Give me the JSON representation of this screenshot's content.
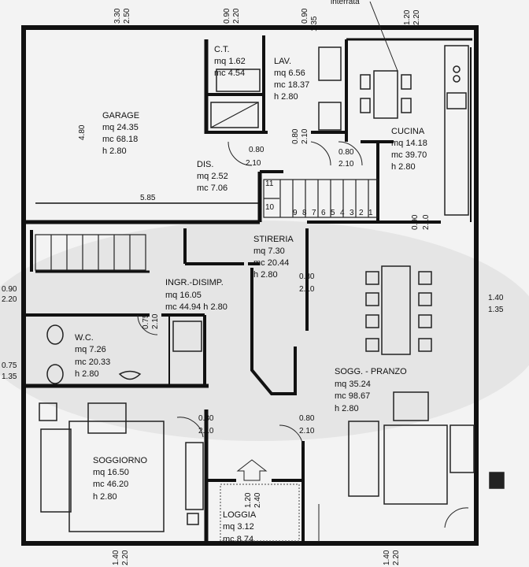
{
  "header": {
    "arrow_text": "interrata"
  },
  "rooms": {
    "garage": {
      "name": "GARAGE",
      "mq": "mq 24.35",
      "mc": "mc 68.18",
      "h": "h 2.80"
    },
    "ct": {
      "name": "C.T.",
      "mq": "mq 1.62",
      "mc": "mc 4.54"
    },
    "lav": {
      "name": "LAV.",
      "mq": "mq 6.56",
      "mc": "mc 18.37",
      "h": "h 2.80"
    },
    "cucina": {
      "name": "CUCINA",
      "mq": "mq 14.18",
      "mc": "mc 39.70",
      "h": "h 2.80"
    },
    "dis": {
      "name": "DIS.",
      "mq": "mq 2.52",
      "mc": "mc 7.06"
    },
    "stireria": {
      "name": "STIRERIA",
      "mq": "mq 7.30",
      "mc": "mc 20.44",
      "h": "h 2.80"
    },
    "ingresso": {
      "name": "INGR.-DISIMP.",
      "mq": "mq 16.05",
      "mc_h": "mc 44.94 h 2.80"
    },
    "wc": {
      "name": "W.C.",
      "mq": "mq 7.26",
      "mc": "mc 20.33",
      "h": "h 2.80"
    },
    "soggiorno": {
      "name": "SOGGIORNO",
      "mq": "mq 16.50",
      "mc": "mc 46.20",
      "h": "h 2.80"
    },
    "sogg_pranzo": {
      "name": "SOGG. - PRANZO",
      "mq": "mq 35.24",
      "mc": "mc 98.67",
      "h": "h 2.80"
    },
    "loggia": {
      "name": "LOGGIA",
      "mq": "mq 3.12",
      "mc": "mc 8.74"
    }
  },
  "dimensions": {
    "top_3_30": "3.30",
    "top_2_50": "2.50",
    "top_0_90": "0.90",
    "top_2_20a": "2.20",
    "top_0_90b": "0.90",
    "top_1_35": "1.35",
    "top_1_20": "1.20",
    "top_2_20b": "2.20",
    "garage_480": "4.80",
    "garage_585": "5.85",
    "dis_080a": "0.80",
    "dis_210a": "2.10",
    "dis_080b": "0.80",
    "dis_210b": "2.10",
    "dis_080c": "0.80",
    "dis_210c": "2.10",
    "kit_090": "0.90",
    "kit_210": "2.10",
    "left_090": "0.90",
    "left_220": "2.20",
    "right_140": "1.40",
    "right_135": "1.35",
    "stir_080": "0.80",
    "stir_210": "2.10",
    "wc_075": "0.75",
    "wc_210": "2.10",
    "left_075": "0.75",
    "left_135": "1.35",
    "sog_080": "0.80",
    "sog_210": "2.10",
    "ingr_080": "0.80",
    "ingr_210": "2.10",
    "log_120": "1.20",
    "log_240": "2.40",
    "bot_140a": "1.40",
    "bot_220a": "2.20",
    "bot_140b": "1.40",
    "bot_220b": "2.20",
    "stair_11": "11",
    "stair_10": "10",
    "stair_steps": [
      "9",
      "8",
      "7",
      "6",
      "5",
      "4",
      "3",
      "2",
      "1"
    ]
  }
}
